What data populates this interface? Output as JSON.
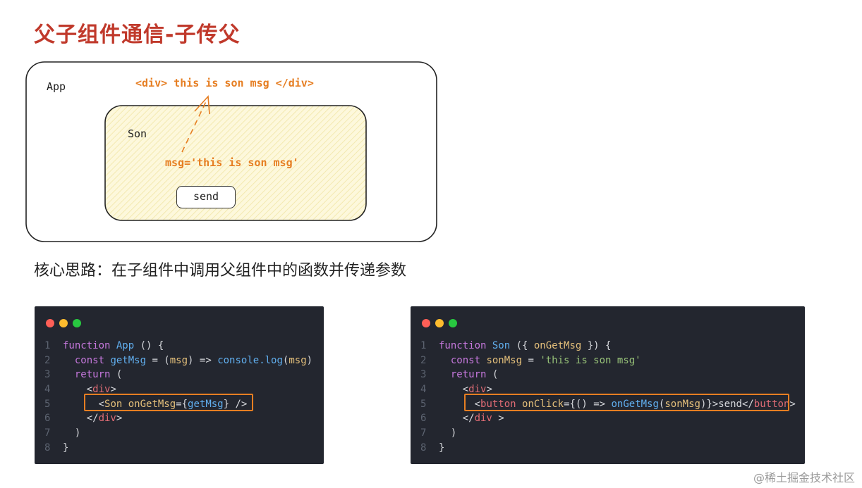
{
  "title": "父子组件通信-子传父",
  "diagram": {
    "app_label": "App",
    "son_label": "Son",
    "div_msg": "<div> this is son msg </div>",
    "msg_var": "msg='this is son msg'",
    "send_button": "send"
  },
  "core_idea": "核心思路：在子组件中调用父组件中的函数并传递参数",
  "code_app": {
    "lines": [
      {
        "n": "1",
        "parts": [
          [
            "kw",
            "function "
          ],
          [
            "fn",
            "App"
          ],
          [
            "cm",
            " () {"
          ]
        ]
      },
      {
        "n": "2",
        "parts": [
          [
            "kw",
            "  const "
          ],
          [
            "fn",
            "getMsg"
          ],
          [
            "cm",
            " = ("
          ],
          [
            "pm",
            "msg"
          ],
          [
            "cm",
            ") => "
          ],
          [
            "fn",
            "console.log"
          ],
          [
            "cm",
            "("
          ],
          [
            "pm",
            "msg"
          ],
          [
            "cm",
            ")"
          ]
        ]
      },
      {
        "n": "3",
        "parts": [
          [
            "kw",
            "  return"
          ],
          [
            "cm",
            " ("
          ]
        ]
      },
      {
        "n": "4",
        "parts": [
          [
            "cm",
            "    <"
          ],
          [
            "tg",
            "div"
          ],
          [
            "cm",
            ">"
          ]
        ]
      },
      {
        "n": "5",
        "parts": [
          [
            "cm",
            "      <"
          ],
          [
            "pm",
            "Son "
          ],
          [
            "pm",
            "onGetMsg"
          ],
          [
            "cm",
            "={"
          ],
          [
            "fn",
            "getMsg"
          ],
          [
            "cm",
            "} />"
          ]
        ]
      },
      {
        "n": "6",
        "parts": [
          [
            "cm",
            "    </"
          ],
          [
            "tg",
            "div"
          ],
          [
            "cm",
            ">"
          ]
        ]
      },
      {
        "n": "7",
        "parts": [
          [
            "cm",
            "  )"
          ]
        ]
      },
      {
        "n": "8",
        "parts": [
          [
            "cm",
            "}"
          ]
        ]
      }
    ]
  },
  "code_son": {
    "lines": [
      {
        "n": "1",
        "parts": [
          [
            "kw",
            "function "
          ],
          [
            "fn",
            "Son"
          ],
          [
            "cm",
            " ({ "
          ],
          [
            "pm",
            "onGetMsg"
          ],
          [
            "cm",
            " }) {"
          ]
        ]
      },
      {
        "n": "2",
        "parts": [
          [
            "kw",
            "  const "
          ],
          [
            "pm",
            "sonMsg"
          ],
          [
            "cm",
            " = "
          ],
          [
            "st",
            "'this is son msg'"
          ]
        ]
      },
      {
        "n": "3",
        "parts": [
          [
            "kw",
            "  return"
          ],
          [
            "cm",
            " ("
          ]
        ]
      },
      {
        "n": "4",
        "parts": [
          [
            "cm",
            "    <"
          ],
          [
            "tg",
            "div"
          ],
          [
            "cm",
            ">"
          ]
        ]
      },
      {
        "n": "5",
        "parts": [
          [
            "cm",
            "      <"
          ],
          [
            "tg",
            "button "
          ],
          [
            "pm",
            "onClick"
          ],
          [
            "cm",
            "={() => "
          ],
          [
            "fn",
            "onGetMsg"
          ],
          [
            "cm",
            "("
          ],
          [
            "pm",
            "sonMsg"
          ],
          [
            "cm",
            ")}>send</"
          ],
          [
            "tg",
            "button"
          ],
          [
            "cm",
            ">"
          ]
        ]
      },
      {
        "n": "6",
        "parts": [
          [
            "cm",
            "    </"
          ],
          [
            "tg",
            "div"
          ],
          [
            "cm",
            " >"
          ]
        ]
      },
      {
        "n": "7",
        "parts": [
          [
            "cm",
            "  )"
          ]
        ]
      },
      {
        "n": "8",
        "parts": [
          [
            "cm",
            "}"
          ]
        ]
      }
    ]
  },
  "watermark": "@稀土掘金技术社区",
  "colors": {
    "title": "#c0392b",
    "accent": "#e67e22",
    "son_fill": "#fdf7d4",
    "code_bg": "#23262f"
  }
}
